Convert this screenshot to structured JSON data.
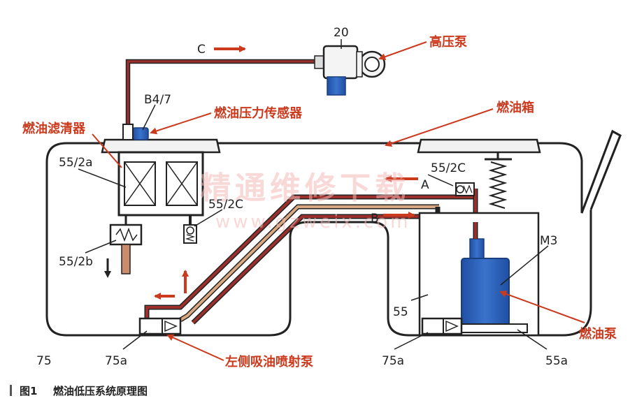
{
  "labels": {
    "pump_num": "20",
    "high_pressure_pump": "高压泵",
    "flow_c": "C",
    "sensor_id": "B4/7",
    "pressure_sensor": "燃油压力传感器",
    "fuel_tank": "燃油箱",
    "fuel_filter": "燃油滤清器",
    "filter_id": "55/2a",
    "check_valve_top": "55/2C",
    "check_valve_mid": "55/2C",
    "relief_valve": "55/2b",
    "flow_a": "A",
    "flow_b": "B",
    "motor": "M3",
    "line_55": "55",
    "tank_75": "75",
    "jet_left": "75a",
    "jet_right": "75a",
    "strainer": "55a",
    "left_jet_pump": "左侧吸油喷射泵",
    "fuel_pump": "燃油泵"
  },
  "watermark": {
    "main": "精通维修下载",
    "url": "www.gzweix.com"
  },
  "caption": {
    "number": "图1",
    "text": "燃油低压系统原理图"
  },
  "colors": {
    "fuel_line": "#9a2f2b",
    "return_line": "#d9a880",
    "label_red": "#cc3a1e",
    "component_blue": "#2d5eb4"
  }
}
